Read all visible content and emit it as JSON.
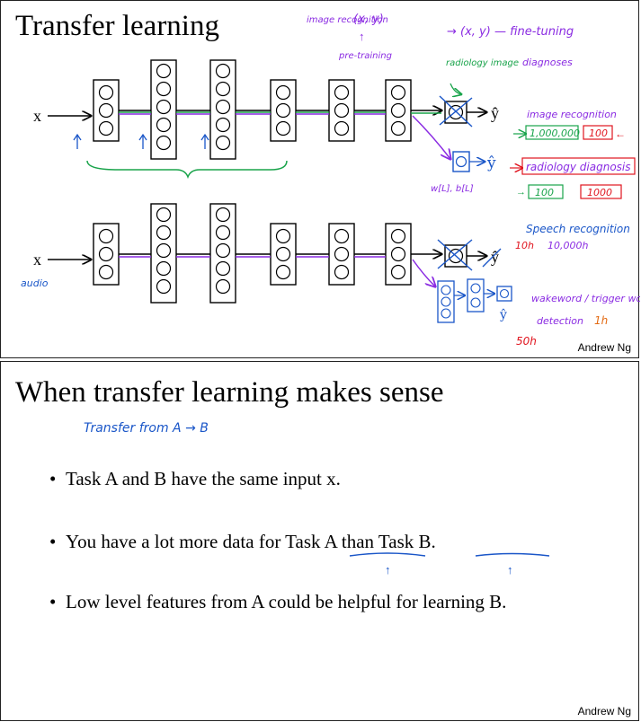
{
  "slide1": {
    "title": "Transfer learning",
    "author": "Andrew Ng",
    "input_label_top": "x",
    "input_label_bottom": "x",
    "output_top": "ŷ",
    "output_bottom": "ŷ",
    "audio": "audio",
    "pretrain_pair": "(x, y)",
    "image_recog_small": "image recognition",
    "pretraining": "pre-training",
    "finetune": "→ (x, y) — fine-tuning",
    "radiology_image": "radiology image",
    "diagnoses": "diagnoses",
    "image_recognition": "image recognition",
    "data_1m": "1,000,000",
    "data_100": "100",
    "radiology_diag": "radiology diagnosis",
    "data_100_b": "100",
    "data_1000": "1000",
    "weights": "w[L], b[L]",
    "speech_recognition": "Speech recognition",
    "h10": "10h",
    "n10000": "10,000h",
    "wakeword": "wakeword / trigger word",
    "detection": "detection",
    "h1": "1h",
    "h50": "50h"
  },
  "slide2": {
    "title": "When transfer learning makes sense",
    "author": "Andrew Ng",
    "handnote": "Transfer from A → B",
    "bullets": [
      "Task A and B have the same input x.",
      "You have a lot more data for Task A than Task B.",
      "Low level features from A could be helpful for learning B."
    ]
  },
  "colors": {
    "blue_ink": "#1a56c8",
    "purple_ink": "#8a2be2",
    "green_ink": "#18a34a",
    "red_ink": "#e0141e",
    "orange_ink": "#e36a12"
  }
}
